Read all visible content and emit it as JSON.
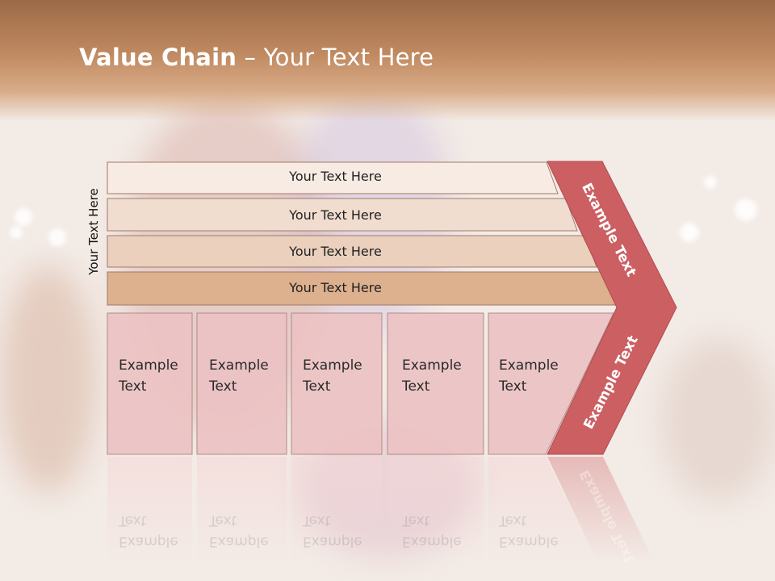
{
  "title": {
    "bold": "Value Chain",
    "rest": " – Your Text Here"
  },
  "side_label": "Your Text Here",
  "rows": [
    {
      "label": "Your Text Here",
      "fill": "#f8ebe3"
    },
    {
      "label": "Your Text Here",
      "fill": "#f1ddd0"
    },
    {
      "label": "Your Text Here",
      "fill": "#ead0bd"
    },
    {
      "label": "Your Text Here",
      "fill": "#ddb08e"
    }
  ],
  "boxes": [
    {
      "line1": "Example",
      "line2": "Text"
    },
    {
      "line1": "Example",
      "line2": "Text"
    },
    {
      "line1": "Example",
      "line2": "Text"
    },
    {
      "line1": "Example",
      "line2": "Text"
    },
    {
      "line1": "Example",
      "line2": "Text"
    }
  ],
  "arrow": {
    "upper_text": "Example Text",
    "lower_text": "Example Text",
    "color": "#cc5f62"
  },
  "colors": {
    "box_fill": "#ecc2c3",
    "box_stroke": "#b08a88",
    "row_stroke": "#a07a66",
    "header": "#b57d55"
  }
}
